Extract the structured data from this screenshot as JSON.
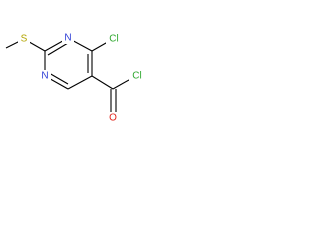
{
  "molecule": {
    "atoms": {
      "s": {
        "label": "S",
        "color": "#b3a500"
      },
      "n1": {
        "label": "N",
        "color": "#2f3fd6"
      },
      "n3": {
        "label": "N",
        "color": "#2f3fd6"
      },
      "cl_ring": {
        "label": "Cl",
        "color": "#2fa82f"
      },
      "cl_acyl": {
        "label": "Cl",
        "color": "#2fa82f"
      },
      "o": {
        "label": "O",
        "color": "#e2231a"
      }
    }
  }
}
